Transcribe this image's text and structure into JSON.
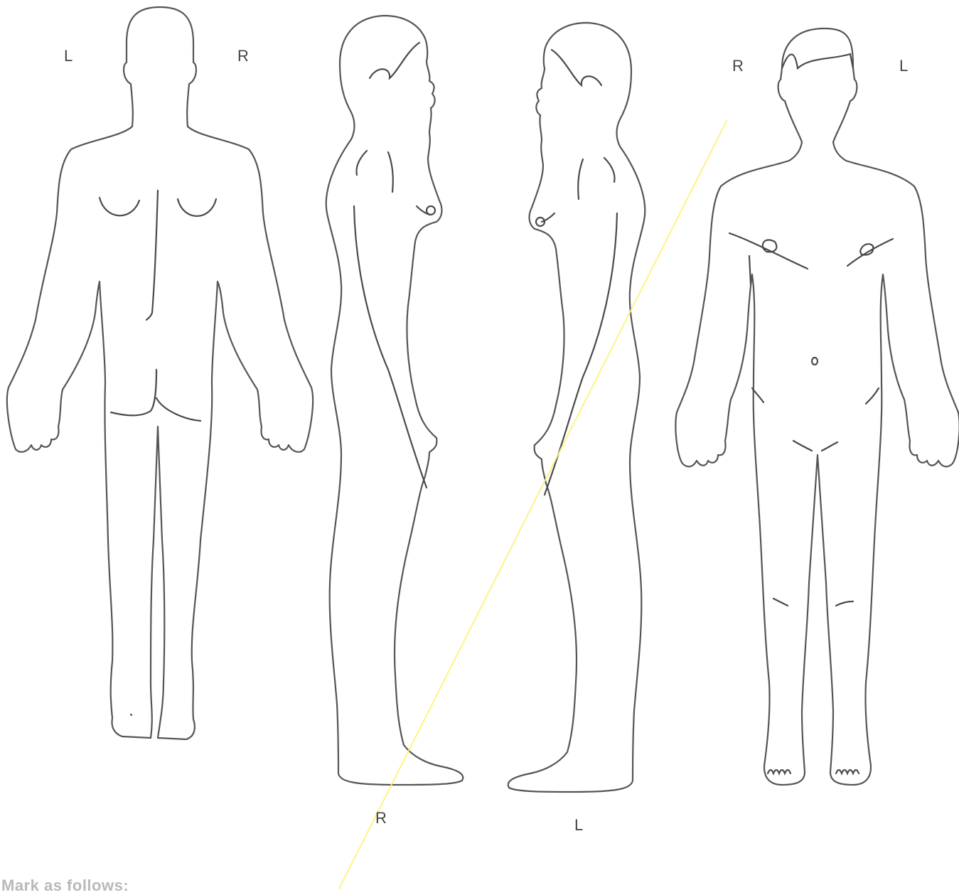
{
  "labels": {
    "back_left": "L",
    "back_right": "R",
    "front_right": "R",
    "front_left": "L",
    "side_right": "R",
    "side_left": "L"
  },
  "footer_text": "Mark as follows:",
  "colors": {
    "outline": "#555555",
    "annotation_line": "#fff27a",
    "footer": "#b9b9b9"
  }
}
